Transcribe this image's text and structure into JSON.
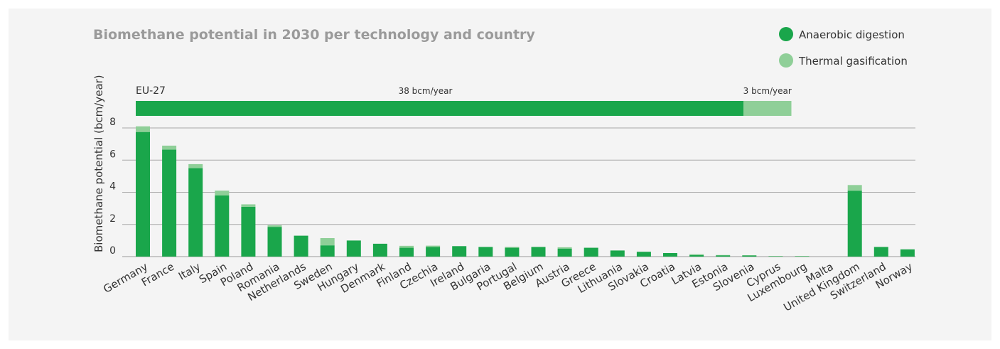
{
  "chart_data": {
    "type": "bar",
    "stacked": true,
    "title": "Biomethane potential in 2030 per technology and country",
    "ylabel": "Biomethane potential (bcm/year)",
    "xlabel": "",
    "ylim": [
      0,
      8
    ],
    "yticks": [
      0,
      2,
      4,
      6,
      8
    ],
    "grid": true,
    "legend": "top-right",
    "categories": [
      "Germany",
      "France",
      "Italy",
      "Spain",
      "Poland",
      "Romania",
      "Netherlands",
      "Sweden",
      "Hungary",
      "Denmark",
      "Finland",
      "Czechia",
      "Ireland",
      "Bulgaria",
      "Portugal",
      "Belgium",
      "Austria",
      "Greece",
      "Lithuania",
      "Slovakia",
      "Croatia",
      "Latvia",
      "Estonia",
      "Slovenia",
      "Cyprus",
      "Luxembourg",
      "Malta",
      "United Kingdom",
      "Switzerland",
      "Norway"
    ],
    "series": [
      {
        "name": "Anaerobic digestion",
        "color": "#1aa64b",
        "values": [
          7.75,
          6.65,
          5.5,
          3.8,
          3.1,
          1.85,
          1.3,
          0.7,
          1.0,
          0.8,
          0.55,
          0.6,
          0.65,
          0.6,
          0.55,
          0.6,
          0.5,
          0.55,
          0.38,
          0.3,
          0.22,
          0.1,
          0.08,
          0.07,
          0.02,
          0.02,
          0.0,
          4.1,
          0.6,
          0.45
        ]
      },
      {
        "name": "Thermal gasification",
        "color": "#8fcf98",
        "values": [
          0.35,
          0.25,
          0.25,
          0.3,
          0.15,
          0.1,
          0.0,
          0.45,
          0.0,
          0.0,
          0.12,
          0.08,
          0.0,
          0.0,
          0.05,
          0.0,
          0.08,
          0.0,
          0.0,
          0.0,
          0.0,
          0.05,
          0.02,
          0.02,
          0.02,
          0.02,
          0.0,
          0.35,
          0.0,
          0.0
        ]
      }
    ],
    "eu_total": {
      "label": "EU-27",
      "segments": [
        {
          "label": "38 bcm/year",
          "value": 38,
          "color": "#1aa64b"
        },
        {
          "label": "3 bcm/year",
          "value": 3,
          "color": "#8fcf98"
        }
      ]
    }
  }
}
